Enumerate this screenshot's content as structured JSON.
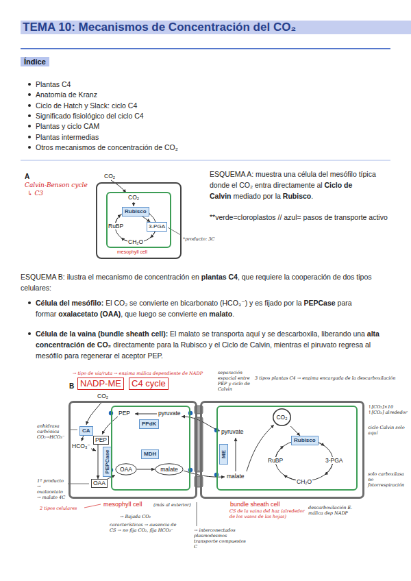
{
  "diagram": {
    "title": "TEMA 10: Mecanismos de Concentración del CO₂",
    "nodes": [
      {
        "text": [
          "Índice"
        ]
      },
      {
        "text": [
          "mesophyll cell"
        ]
      },
      {
        "text": [
          "CO₂",
          "RuBP",
          "CH₂O"
        ],
        "in": 1
      },
      {
        "text": [
          "Rubisco"
        ],
        "in": 2
      },
      {
        "text": [
          "3-PGA"
        ],
        "in": 2
      },
      {
        "text": [
          "NADP-ME"
        ]
      },
      {
        "text": [
          "C4 cycle"
        ]
      },
      {
        "text": [
          "HCO₃⁻",
          "mesophyll cell"
        ]
      },
      {
        "text": [
          "CA"
        ],
        "in": 7
      },
      {
        "text": [
          "PEP"
        ],
        "in": 7
      },
      {
        "text": [
          "PEPCase"
        ],
        "in": 7
      },
      {
        "text": [
          "OAA"
        ],
        "in": 7
      },
      {
        "text": [
          "PEP",
          "pyruvate"
        ],
        "in": 7
      },
      {
        "text": [
          "PPdK"
        ],
        "in": 12
      },
      {
        "text": [
          "MDH"
        ],
        "in": 12
      },
      {
        "text": [
          "OAA"
        ],
        "in": 12
      },
      {
        "text": [
          "malate"
        ],
        "in": 12
      },
      {
        "text": [
          "bundle sheath cell"
        ]
      },
      {
        "text": [
          "pyruvate",
          "malate",
          "RuBP",
          "3-PGA",
          "CH₂O"
        ],
        "in": 17
      },
      {
        "text": [
          "ME"
        ],
        "in": 18
      },
      {
        "text": [
          "CO₂"
        ],
        "in": 18
      },
      {
        "text": [
          "Rubisco"
        ],
        "in": 18
      }
    ],
    "edges": [
      {
        "from": 3,
        "to": 4,
        "arrow": "to"
      },
      {
        "from": 9,
        "to": 11,
        "arrow": "to"
      },
      {
        "from": 11,
        "to": 15,
        "arrow": "to"
      },
      {
        "from": 15,
        "to": 16,
        "arrow": "to"
      },
      {
        "from": 20,
        "to": 21,
        "arrow": "to"
      }
    ],
    "labels": [
      "Plantas C4",
      "Anatomía de Kranz",
      "Ciclo de Hatch y Slack: ciclo C4",
      "Significado fisiológico del ciclo C4",
      "Plantas y ciclo CAM",
      "Plantas intermedias",
      "Otros mecanismos de concentración de CO₂",
      "A",
      "Calvin-Benson cycle",
      "↳ C3",
      "CO₂",
      "*producto: 3C",
      "ESQUEMA A: muestra una célula del mesófilo típica donde el CO₂ entra directamente al",
      "Ciclo de Calvin",
      "mediado por la",
      "Rubisco",
      ".",
      "**verde=cloroplastos // azul= pasos de transporte activo",
      "ESQUEMA B: ilustra el mecanismo de concentración en",
      "plantas C4",
      ", que requiere la cooperación de dos tipos celulares:",
      "Célula del mesófilo:",
      "El CO₂ se convierte en bicarbonato (HCO₃⁻) y es fijado por la",
      "PEPCase",
      "para formar",
      "oxalacetato (OAA)",
      ", que luego se convierte en",
      "malato",
      ".",
      "Célula de la vaina (bundle sheath cell):",
      "El malato se transporta aquí y se descarboxila, liberando una",
      "alta concentración de CO₂",
      "directamente para la Rubisco y el Ciclo de Calvin, mientras el piruvato regresa al mesófilo para regenerar el aceptor PEP.",
      "B",
      "→ tipo de vía/ruta → enzima málica dependiente de NADP",
      "separación espacial entre PEP y ciclo de Calvin",
      "3 tipos plantas C4 → enzima encargada de la descarboxilación",
      "↑[CO₂]×10 ↑[CO₂] alrededor",
      "ciclo Calvin solo aquí",
      "anhidrasa carbónica CO₂→HCO₃⁻",
      "solo carboxilasa no fotorrespiración",
      "1º producto → oxalacetato → malato 4C",
      "2 tipos celulares",
      "(más al exterior)",
      "CS de la vaina del haz (alrededor de los vasos de las hojas)",
      "descarboxilación E. málica dep NADP",
      "→ Bajada CO₂",
      "características → ausencia de CS → no fija CO₂, fija HCO₃⁻",
      "→ interconectados plasmodesmos transporte compuestos C",
      "CO₂"
    ]
  }
}
